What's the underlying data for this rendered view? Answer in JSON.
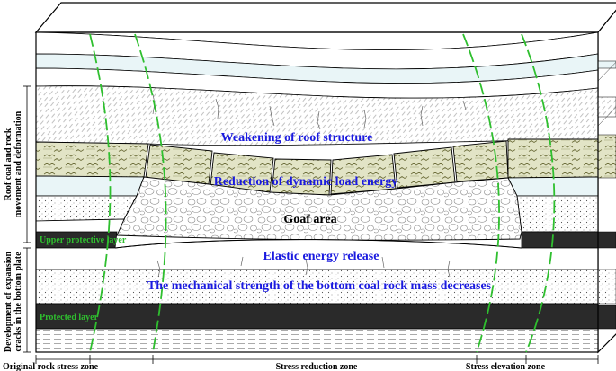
{
  "labels": {
    "weakening": "Weakening of roof structure",
    "reduction": "Reduction of dynamic load energy",
    "goaf": "Goaf area",
    "elastic": "Elastic energy release",
    "mechanical": "The mechanical strength of the bottom coal rock mass decreases",
    "upper_protective": "Upper protective layer",
    "protected": "Protected layer",
    "side_top_1": "Roof coal and rock",
    "side_top_2": "movement and deformation",
    "side_bot_1": "Development of expansion",
    "side_bot_2": "cracks in the bottom plate"
  },
  "zones": {
    "original": "Original rock stress zone",
    "reduction": "Stress reduction zone",
    "elevation": "Stress elevation zone"
  },
  "colors": {
    "blue_text": "#1a1adf",
    "green_line": "#2fbf2f",
    "coal": "#2a2a2a",
    "hatched_fill": "#e2e4c6"
  }
}
